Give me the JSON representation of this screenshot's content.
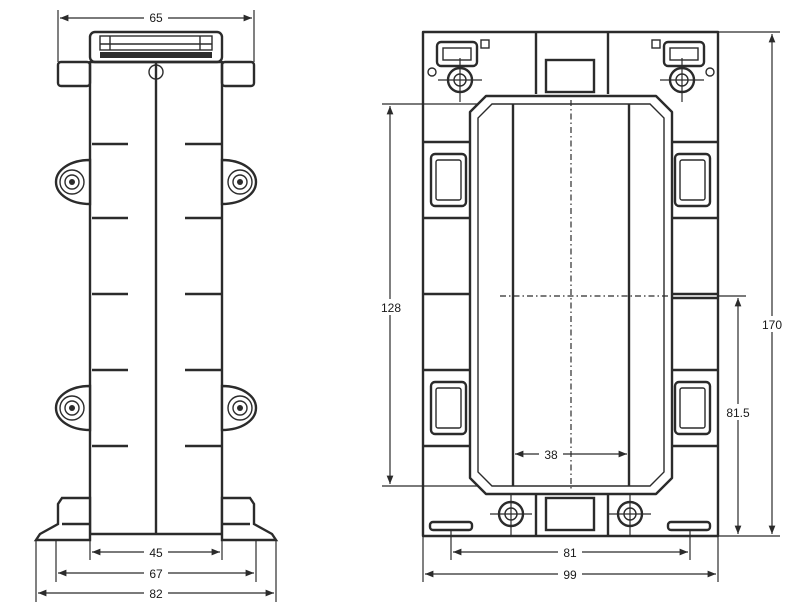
{
  "dimensions": {
    "side_top_width": "65",
    "side_inner_width": "45",
    "side_mid_width": "67",
    "side_overall_width": "82",
    "front_inner_height": "128",
    "front_window_width": "38",
    "front_overall_height": "170",
    "front_center_height": "81.5",
    "front_mount_spacing": "81",
    "front_overall_width": "99"
  }
}
